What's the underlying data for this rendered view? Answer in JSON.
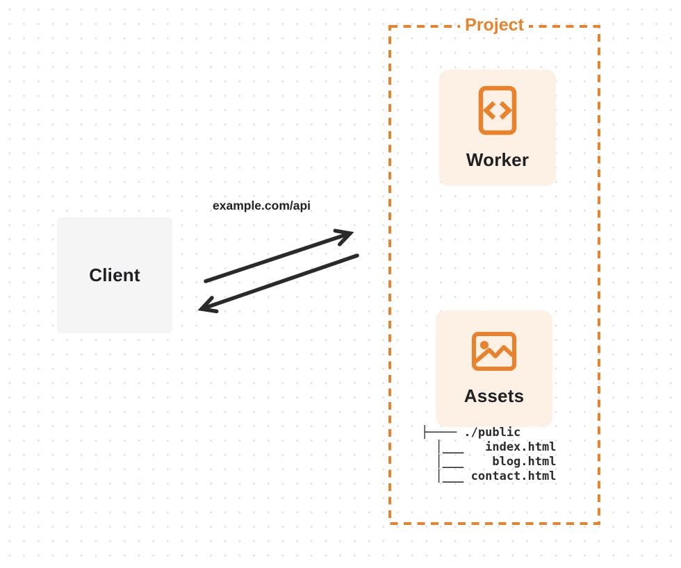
{
  "client": {
    "label": "Client"
  },
  "request": {
    "label": "example.com/api"
  },
  "project": {
    "label": "Project",
    "worker": {
      "label": "Worker",
      "icon": "code-file-icon"
    },
    "assets": {
      "label": "Assets",
      "icon": "image-icon"
    },
    "file_tree": {
      "root": "./public",
      "files": [
        "index.html",
        "blog.html",
        "contact.html"
      ],
      "text": "├──── ./public\n  │___   index.html\n  │___    blog.html\n  │___ contact.html"
    }
  },
  "colors": {
    "accent_orange": "#e8822c",
    "card_background": "#fcf1e4",
    "client_background": "#f5f5f6",
    "arrow": "#2a2a2a",
    "dot_grid": "#e3e3e3",
    "text_dark": "#1f2023"
  }
}
